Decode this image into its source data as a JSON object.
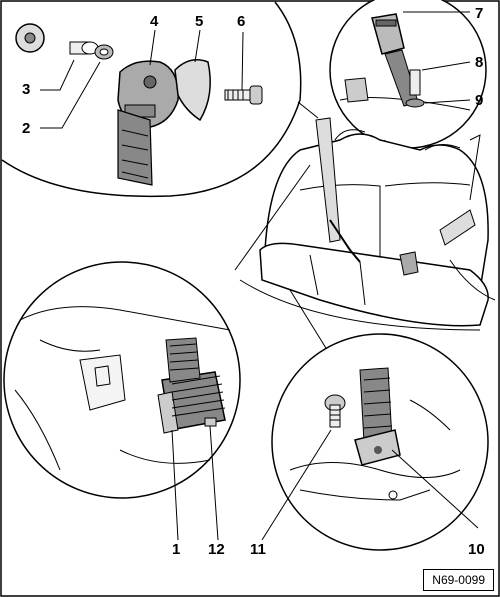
{
  "callouts": [
    "1",
    "2",
    "3",
    "4",
    "5",
    "6",
    "7",
    "8",
    "9",
    "10",
    "11",
    "12"
  ],
  "reference": "N69-0099",
  "icons": [
    "belt-retractor-icon",
    "seat-bench-icon",
    "bolt-icon",
    "washer-icon",
    "spacer-bushing-icon",
    "cover-cap-icon",
    "buckle-icon",
    "belt-anchor-icon"
  ]
}
